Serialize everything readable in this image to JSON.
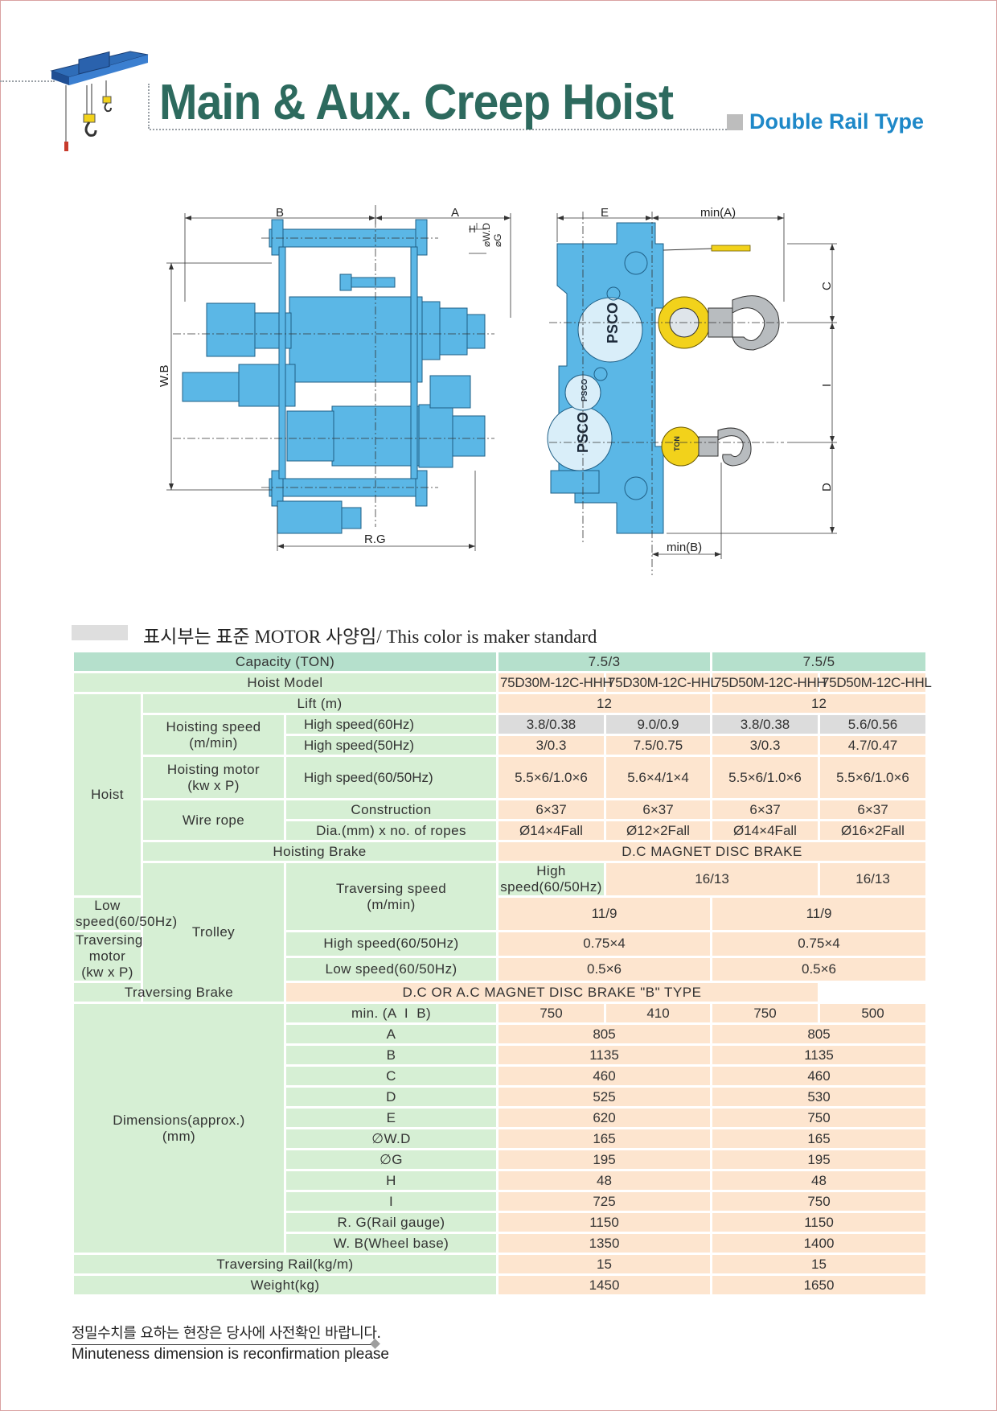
{
  "header": {
    "title": "Main & Aux. Creep Hoist",
    "subtitle": "Double Rail Type"
  },
  "diagram": {
    "top_view_labels": {
      "b": "B",
      "a": "A",
      "h": "H",
      "wd": "⌀W.D",
      "g": "⌀G",
      "wb": "W.B",
      "rg": "R.G"
    },
    "side_view_labels": {
      "e": "E",
      "min_a": "min(A)",
      "c": "C",
      "i": "I",
      "d": "D",
      "min_b": "min(B)"
    },
    "brand_marks": {
      "psco": "PSCO",
      "ton": "TON"
    },
    "colors": {
      "machine_fill": "#5bb7e6",
      "machine_stroke": "#1f5f86",
      "hook_ring": "#f2d21b",
      "hook": "#b8bcbf"
    }
  },
  "legend": {
    "text": "표시부는 표준 MOTOR 사양임/ This color is maker standard"
  },
  "table": {
    "capacity_label": "Capacity (TON)",
    "capacity_values": [
      "7.5/3",
      "7.5/5"
    ],
    "model_label": "Hoist Model",
    "models": [
      "75D30M-12C-HHH",
      "75D30M-12C-HHL",
      "75D50M-12C-HHH",
      "75D50M-12C-HHL"
    ],
    "hoist_group": "Hoist",
    "lift_label": "Lift (m)",
    "lift_values": [
      "12",
      "12"
    ],
    "hoisting_speed_label": "Hoisting speed\n(m/min)",
    "hs60_label": "High speed(60Hz)",
    "hs60_values": [
      "3.8/0.38",
      "9.0/0.9",
      "3.8/0.38",
      "5.6/0.56"
    ],
    "hs50_label": "High speed(50Hz)",
    "hs50_values": [
      "3/0.3",
      "7.5/0.75",
      "3/0.3",
      "4.7/0.47"
    ],
    "hoisting_motor_label": "Hoisting motor\n(kw x P)",
    "hm_label": "High speed(60/50Hz)",
    "hm_values": [
      "5.5×6/1.0×6",
      "5.6×4/1×4",
      "5.5×6/1.0×6",
      "5.5×6/1.0×6"
    ],
    "wire_rope_label": "Wire rope",
    "construction_label": "Construction",
    "construction_values": [
      "6×37",
      "6×37",
      "6×37",
      "6×37"
    ],
    "dia_label": "Dia.(mm) x no. of ropes",
    "dia_values": [
      "Ø14×4Fall",
      "Ø12×2Fall",
      "Ø14×4Fall",
      "Ø16×2Fall"
    ],
    "hoisting_brake_label": "Hoisting Brake",
    "hoisting_brake_value": "D.C MAGNET DISC BRAKE",
    "trolley_group": "Trolley",
    "traversing_speed_label": "Traversing speed\n(m/min)",
    "ts_high_label": "High speed(60/50Hz)",
    "ts_high_values": [
      "16/13",
      "16/13"
    ],
    "ts_low_label": "Low speed(60/50Hz)",
    "ts_low_values": [
      "11/9",
      "11/9"
    ],
    "traversing_motor_label": "Traversing motor\n(kw x P)",
    "tm_high_label": "High speed(60/50Hz)",
    "tm_high_values": [
      "0.75×4",
      "0.75×4"
    ],
    "tm_low_label": "Low speed(60/50Hz)",
    "tm_low_values": [
      "0.5×6",
      "0.5×6"
    ],
    "traversing_brake_label": "Traversing Brake",
    "traversing_brake_value": "D.C OR A.C MAGNET DISC BRAKE \"B\" TYPE",
    "dimensions_group": "Dimensions(approx.)\n(mm)",
    "min_label": "min. (A  I  B)",
    "min_values": [
      "750",
      "410",
      "750",
      "500"
    ],
    "dims": [
      {
        "label": "A",
        "values": [
          "805",
          "805"
        ]
      },
      {
        "label": "B",
        "values": [
          "1135",
          "1135"
        ]
      },
      {
        "label": "C",
        "values": [
          "460",
          "460"
        ]
      },
      {
        "label": "D",
        "values": [
          "525",
          "530"
        ]
      },
      {
        "label": "E",
        "values": [
          "620",
          "750"
        ]
      },
      {
        "label": "∅W.D",
        "values": [
          "165",
          "165"
        ]
      },
      {
        "label": "∅G",
        "values": [
          "195",
          "195"
        ]
      },
      {
        "label": "H",
        "values": [
          "48",
          "48"
        ]
      },
      {
        "label": "I",
        "values": [
          "725",
          "750"
        ]
      },
      {
        "label": "R. G(Rail gauge)",
        "values": [
          "1150",
          "1150"
        ]
      },
      {
        "label": "W. B(Wheel base)",
        "values": [
          "1350",
          "1400"
        ]
      }
    ],
    "rail_label": "Traversing Rail(kg/m)",
    "rail_values": [
      "15",
      "15"
    ],
    "weight_label": "Weight(kg)",
    "weight_values": [
      "1450",
      "1650"
    ]
  },
  "footer": {
    "note_ko": "정밀수치를 요하는 현장은 당사에 사전확인 바랍니다.",
    "note_en": "Minuteness dimension is reconfirmation please"
  }
}
